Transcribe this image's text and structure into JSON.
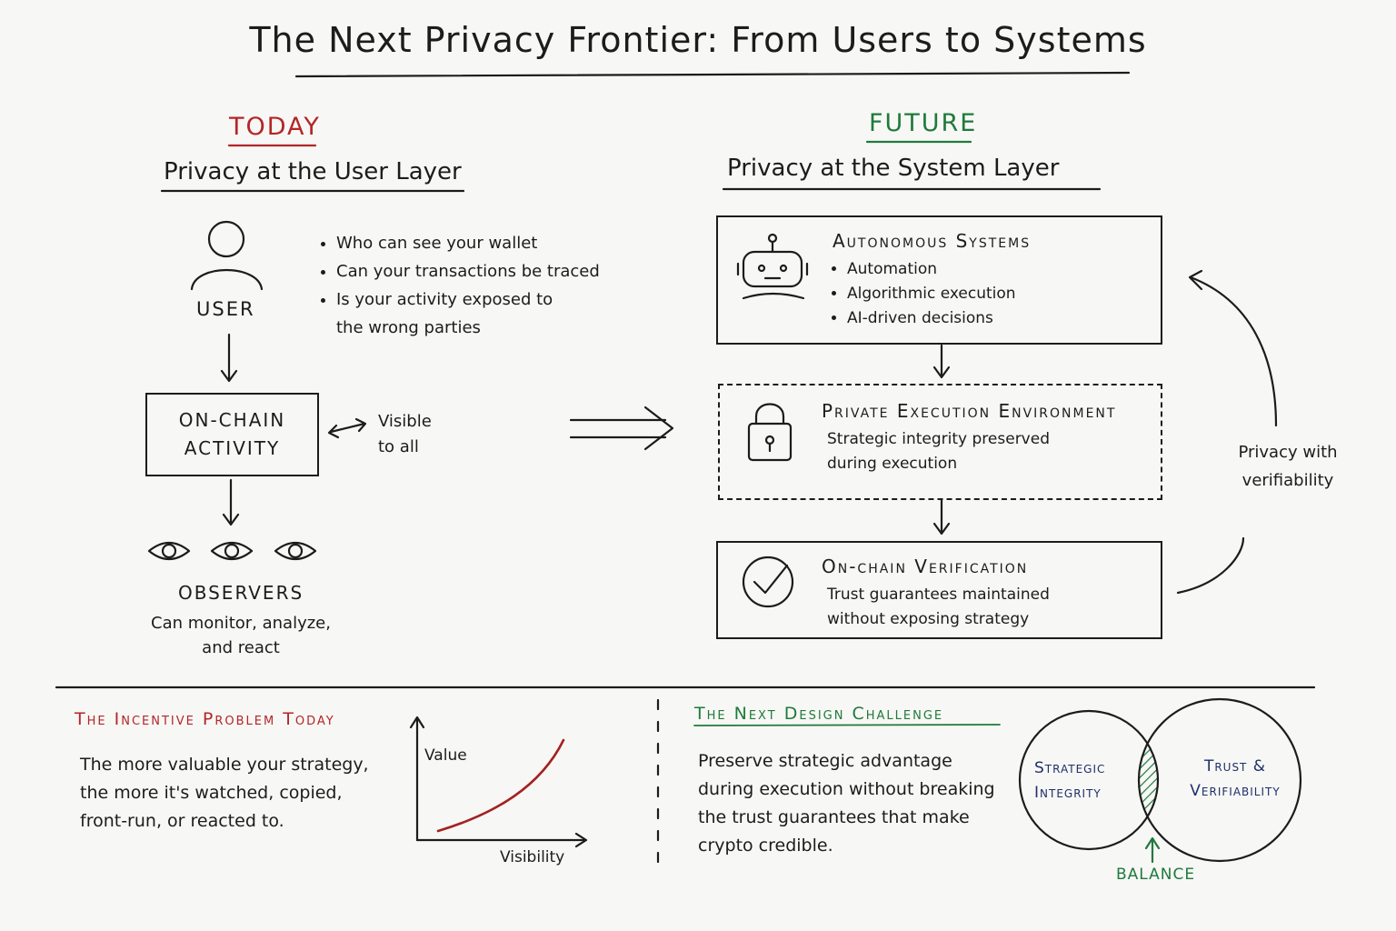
{
  "title": "The Next Privacy Frontier: From Users to Systems",
  "colors": {
    "today": "#b32626",
    "future": "#1f7a3c",
    "ink": "#1c1c1c",
    "navy": "#1f2f6b"
  },
  "today": {
    "heading": "TODAY",
    "subheading": "Privacy at the User Layer",
    "user_label": "USER",
    "bullets": [
      "Who can see your wallet",
      "Can your transactions be traced",
      "Is your activity exposed to the wrong parties"
    ],
    "onchain_box": "ON-CHAIN ACTIVITY",
    "visible_note": "Visible to all",
    "observers_label": "OBSERVERS",
    "observers_desc": "Can monitor, analyze, and react"
  },
  "future": {
    "heading": "FUTURE",
    "subheading": "Privacy at the System Layer",
    "autonomous": {
      "title": "Autonomous Systems",
      "items": [
        "Automation",
        "Algorithmic execution",
        "AI-driven decisions"
      ]
    },
    "private_env": {
      "title": "Private Execution Environment",
      "desc": "Strategic integrity preserved during execution"
    },
    "verification": {
      "title": "On-chain Verification",
      "desc": "Trust guarantees maintained without exposing strategy"
    },
    "loop_note": "Privacy with verifiability"
  },
  "incentive": {
    "heading": "The Incentive Problem Today",
    "text": "The more valuable your strategy, the more it's watched, copied, front-run, or reacted to.",
    "ylabel": "Value",
    "xlabel": "Visibility"
  },
  "design": {
    "heading": "The Next Design Challenge",
    "text": "Preserve strategic advantage during execution without breaking the trust guarantees that make crypto credible.",
    "venn_left": "Strategic Integrity",
    "venn_right": "Trust & Verifiability",
    "venn_center": "BALANCE"
  },
  "icons": [
    "user-icon",
    "eye-icon",
    "robot-icon",
    "lock-icon",
    "check-circle-icon"
  ]
}
